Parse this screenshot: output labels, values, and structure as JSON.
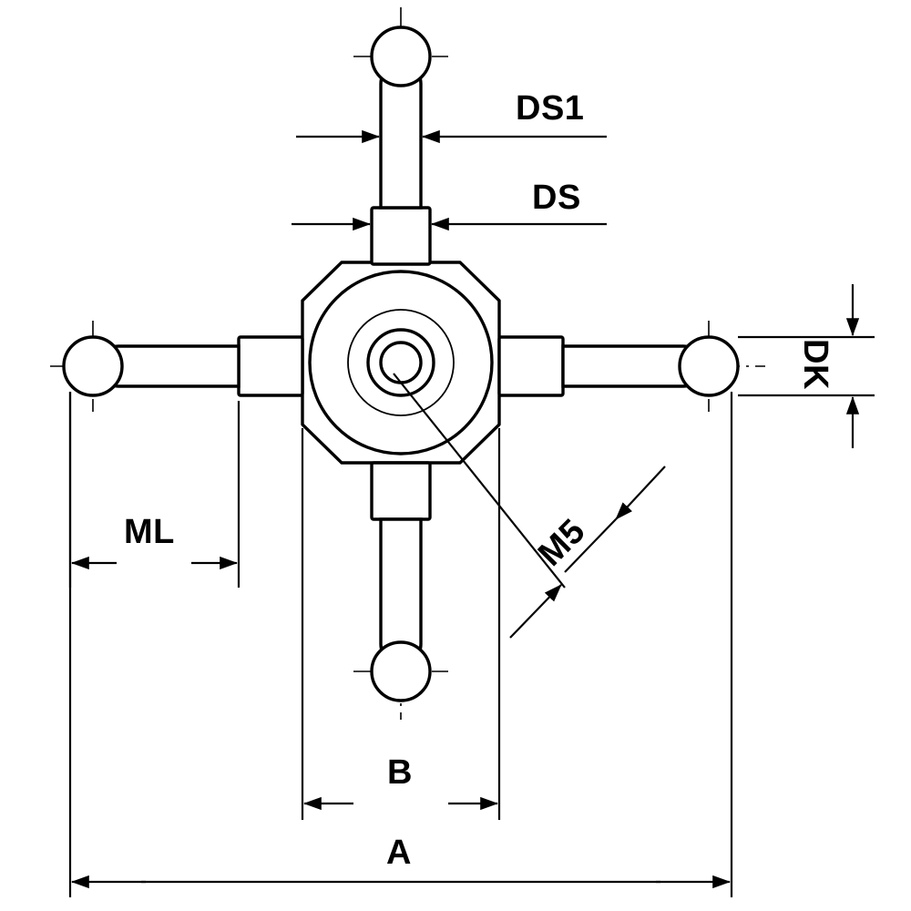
{
  "drawing": {
    "title": "styli-probe-technical-drawing",
    "type": "engineering-dimension-drawing",
    "colors": {
      "line": "#000000",
      "background": "#ffffff",
      "fill": "#ffffff"
    },
    "labels": [
      {
        "id": "ds1",
        "text": "DS1",
        "meaning": "stylus-ball-stem-diameter-upper"
      },
      {
        "id": "ds",
        "text": "DS",
        "meaning": "stem-diameter"
      },
      {
        "id": "dk",
        "text": "DK",
        "meaning": "ball-diameter"
      },
      {
        "id": "m5",
        "text": "M5",
        "meaning": "thread-size"
      },
      {
        "id": "ml",
        "text": "ML",
        "meaning": "module-length"
      },
      {
        "id": "b",
        "text": "B",
        "meaning": "body-width"
      },
      {
        "id": "a",
        "text": "A",
        "meaning": "overall-width"
      }
    ]
  }
}
